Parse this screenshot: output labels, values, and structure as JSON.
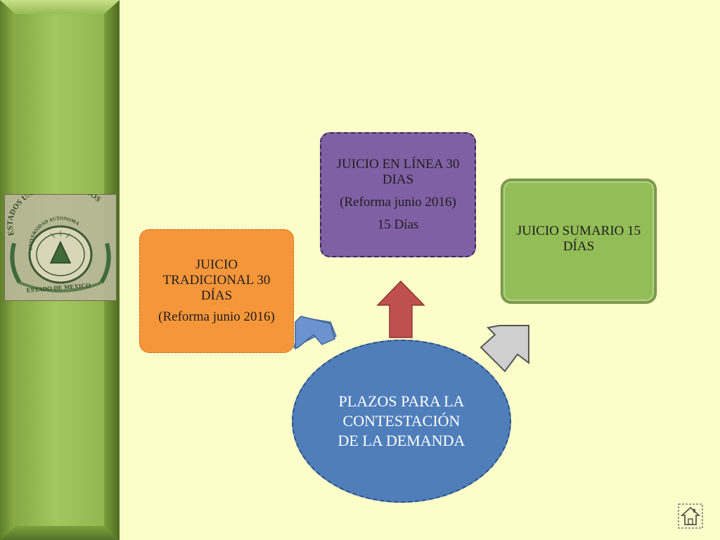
{
  "diagram": {
    "center": {
      "text": "PLAZOS PARA LA\nCONTESTACIÓN\nDE LA  DEMANDA",
      "color": "#4f7ebb"
    },
    "tradicional": {
      "line1": "JUICIO TRADICIONAL 30 DÍAS",
      "line2": "(Reforma junio 2016)",
      "color": "#f6963a"
    },
    "linea": {
      "line1": "JUICIO EN LÍNEA 30 DIAS",
      "line2": "(Reforma junio 2016)",
      "line3": "15 Días",
      "color": "#8060a4"
    },
    "sumario": {
      "line1": "JUICIO SUMARIO 15 DÍAS",
      "color": "#93bd57"
    },
    "arrows": [
      {
        "name": "arrow-to-tradicional",
        "color": "#6b93cf"
      },
      {
        "name": "arrow-to-linea",
        "color": "#c0504d"
      },
      {
        "name": "arrow-to-sumario",
        "color": "#cfcfcf"
      }
    ]
  },
  "sidebar": {
    "seal_text_top": "ESTADOS UNIDOS MEXICANOS",
    "seal_text_inner": "UNIVERSIDAD AUTONOMA",
    "seal_text_bottom": "ESTADO DE MEXICO",
    "panel_color": "#8eae4a"
  },
  "nav": {
    "home_icon": "home-icon"
  }
}
